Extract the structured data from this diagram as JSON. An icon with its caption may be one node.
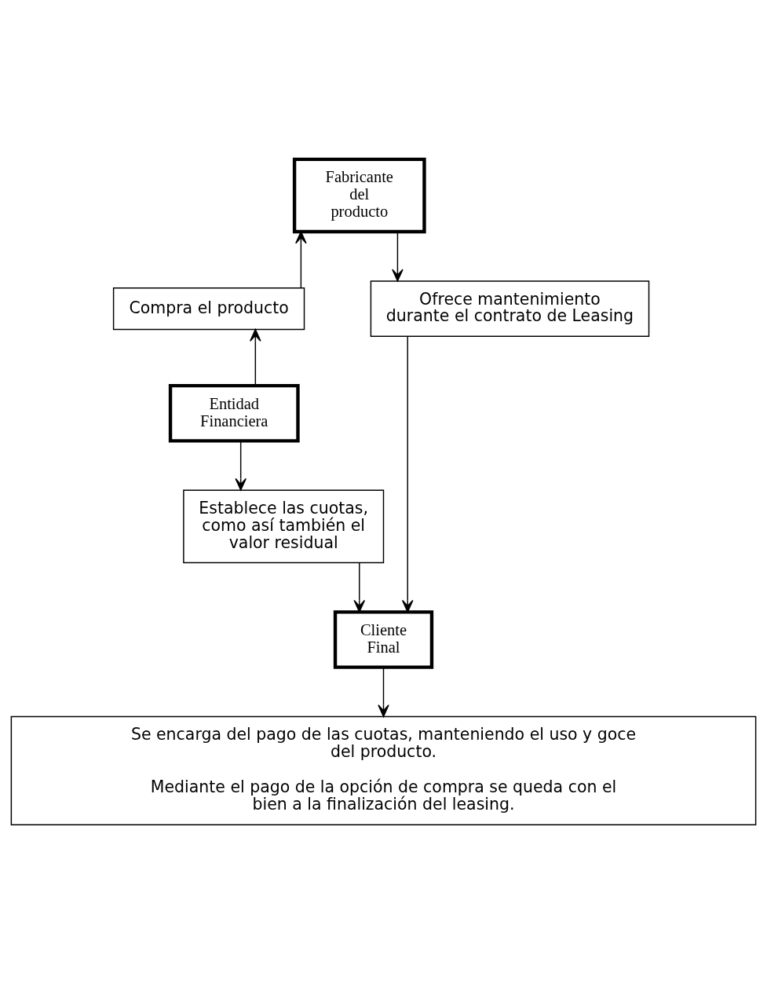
{
  "diagram": {
    "nodes": [
      {
        "text": [
          "Fabricante del producto"
        ]
      },
      {
        "text": [
          "Compra el producto"
        ]
      },
      {
        "text": [
          "Ofrece mantenimiento durante el contrato de Leasing"
        ]
      },
      {
        "text": [
          "Entidad Financiera"
        ]
      },
      {
        "text": [
          "Establece las cuotas, como así también el valor residual"
        ]
      },
      {
        "text": [
          "Cliente Final"
        ]
      },
      {
        "text": [
          "Se encarga del pago de las cuotas, manteniendo el uso y goce del producto.",
          "Mediante el pago de la opción de compra se queda con el bien a la finalización del leasing."
        ]
      }
    ],
    "edges": [
      {
        "from": 1,
        "to": 0,
        "arrow": "to"
      },
      {
        "from": 0,
        "to": 2,
        "arrow": "to"
      },
      {
        "from": 3,
        "to": 1,
        "arrow": "to"
      },
      {
        "from": 3,
        "to": 4,
        "arrow": "to"
      },
      {
        "from": 4,
        "to": 5,
        "arrow": "to"
      },
      {
        "from": 2,
        "to": 5,
        "arrow": "to"
      },
      {
        "from": 5,
        "to": 6,
        "arrow": "to"
      }
    ]
  }
}
